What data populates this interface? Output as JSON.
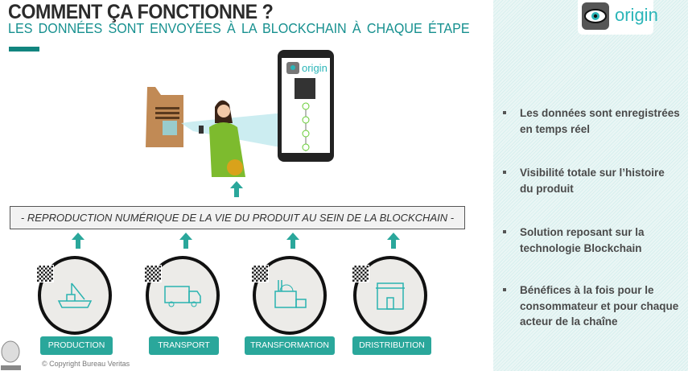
{
  "header": {
    "title": "COMMENT ÇA FONCTIONNE ?",
    "subtitle": "LES DONNÉES  SONT  ENVOYÉES  À LA BLOCKCHAIN  À CHAQUE  ÉTAPE"
  },
  "logo": {
    "text": "origin",
    "icon": "eye-icon",
    "color": "#2bb5b8"
  },
  "phone": {
    "app_name": "origin",
    "timeline_steps": 4
  },
  "banner": "- REPRODUCTION NUMÉRIQUE DE LA VIE DU PRODUIT AU SEIN DE LA BLOCKCHAIN -",
  "stages": [
    {
      "label": "PRODUCTION",
      "icon": "fishing-boat-icon"
    },
    {
      "label": "TRANSPORT",
      "icon": "truck-icon"
    },
    {
      "label": "TRANSFORMATION",
      "icon": "factory-icon"
    },
    {
      "label": "DRISTRIBUTION",
      "icon": "store-icon"
    }
  ],
  "bullets": [
    "Les données sont enregistrées en temps réel",
    "Visibilité totale sur l’histoire du produit",
    "Solution reposant sur la technologie Blockchain",
    "Bénéfices à la fois pour le consommateur et pour chaque acteur de la chaîne"
  ],
  "footer": {
    "copyright": "© Copyright Bureau Veritas"
  },
  "colors": {
    "teal": "#2aa79b",
    "title": "#2b2b2b",
    "subtitle": "#16908f"
  }
}
